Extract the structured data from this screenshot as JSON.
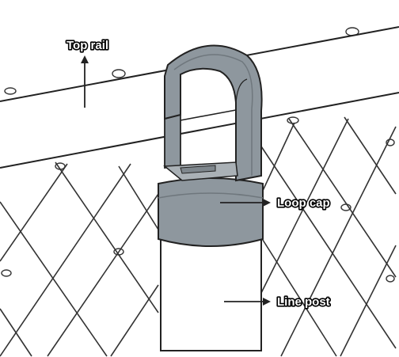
{
  "labels": {
    "top_rail": "Top rail",
    "loop_cap": "Loop cap",
    "line_post": "Line post"
  },
  "colors": {
    "line": "#222222",
    "cap_fill": "#8e979e",
    "cap_dark": "#6f777d",
    "post_fill": "#ffffff",
    "background": "#ffffff"
  }
}
